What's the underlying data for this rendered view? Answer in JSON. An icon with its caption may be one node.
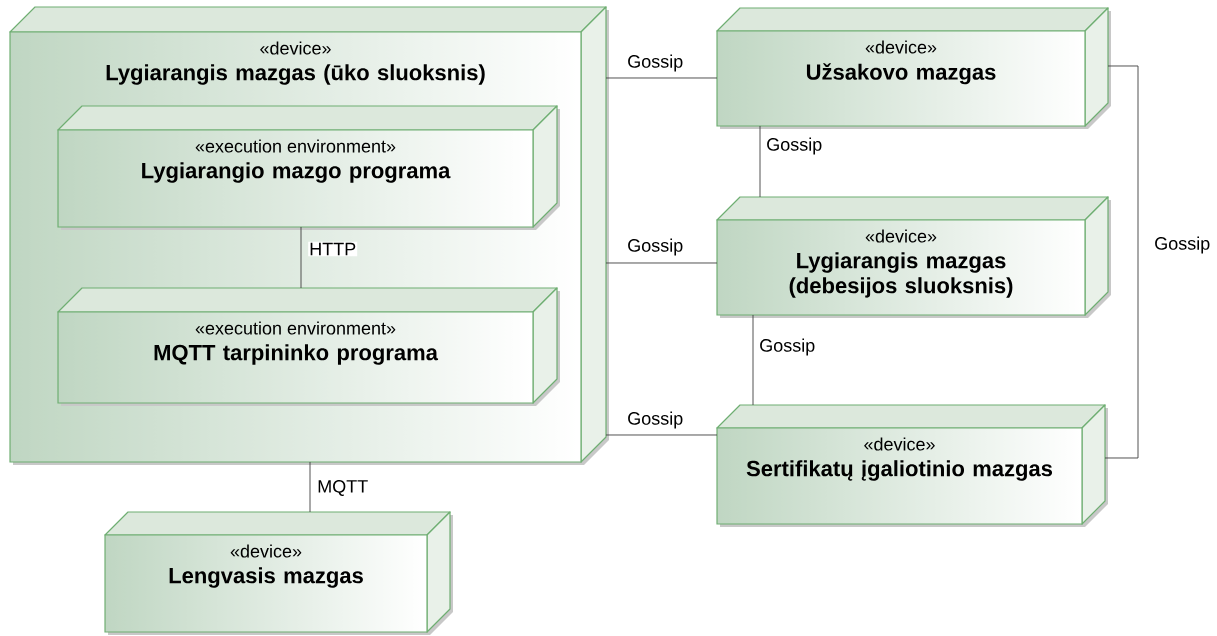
{
  "diagram": {
    "nodes": [
      {
        "text": [
          "«device»",
          "Lygiarangis mazgas (ūko sluoksnis)"
        ]
      },
      {
        "text": [
          "«execution environment»",
          "Lygiarangio mazgo programa"
        ],
        "in": 0
      },
      {
        "text": [
          "«execution environment»",
          "MQTT tarpininko programa"
        ],
        "in": 0
      },
      {
        "text": [
          "«device»",
          "Lengvasis mazgas"
        ]
      },
      {
        "text": [
          "«device»",
          "Užsakovo mazgas"
        ]
      },
      {
        "text": [
          "«device»",
          "Lygiarangis mazgas (debesijos sluoksnis)"
        ]
      },
      {
        "text": [
          "«device»",
          "Sertifikatų įgaliotinio mazgas"
        ]
      }
    ],
    "edges": [
      {
        "from": 1,
        "to": 2,
        "arrow": "none",
        "label": "HTTP"
      },
      {
        "from": 0,
        "to": 3,
        "arrow": "none",
        "label": "MQTT"
      },
      {
        "from": 0,
        "to": 4,
        "arrow": "none",
        "label": "Gossip"
      },
      {
        "from": 4,
        "to": 5,
        "arrow": "none",
        "label": "Gossip"
      },
      {
        "from": 0,
        "to": 5,
        "arrow": "none",
        "label": "Gossip"
      },
      {
        "from": 5,
        "to": 6,
        "arrow": "none",
        "label": "Gossip"
      },
      {
        "from": 0,
        "to": 6,
        "arrow": "none",
        "label": "Gossip"
      },
      {
        "from": 4,
        "to": 6,
        "arrow": "none",
        "label": "Gossip"
      }
    ]
  }
}
